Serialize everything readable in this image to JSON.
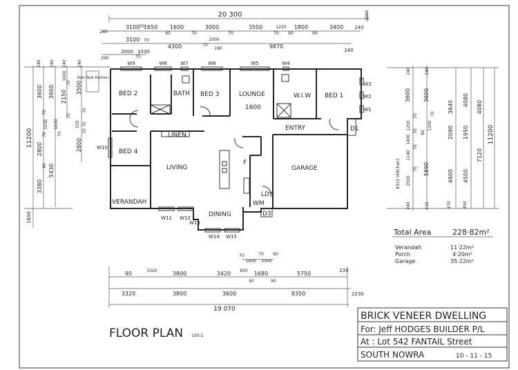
{
  "rooms": {
    "bed2": "BED 2",
    "bath": "BATH",
    "bed3": "BED 3",
    "lounge": "LOUNGE",
    "lounge_dim": "1600",
    "wiw": "W.I.W",
    "bed1": "BED 1",
    "entry": "ENTRY",
    "linen": "LINEN",
    "bed4": "BED 4",
    "living": "LIVING",
    "fridge": "F",
    "garage": "GARAGE",
    "verandah": "VERANDAH",
    "laundry": "LDY",
    "wm": "WM",
    "dining": "DINING",
    "d1": "D1",
    "d3": "D3",
    "rain_tank": "Rain Tank Position"
  },
  "windows": [
    "W9",
    "W8",
    "W7",
    "W6",
    "W5",
    "W4",
    "W3",
    "W2",
    "W1",
    "W10",
    "W11",
    "W12",
    "W13",
    "W14",
    "W15"
  ],
  "dimensions": {
    "top": [
      "20 300",
      "1000",
      "240",
      "3100",
      "70",
      "1650",
      "90",
      "1600",
      "70",
      "3000",
      "70",
      "3500",
      "70",
      "1220",
      "90",
      "1800",
      "90",
      "3400",
      "240",
      "3100",
      "70",
      "4300",
      "70",
      "1000",
      "180",
      "9870",
      "240",
      "290",
      "2000",
      "70",
      "1030"
    ],
    "bottom": [
      "70",
      "1400",
      "70",
      "1000",
      "90",
      "3320",
      "90",
      "3800",
      "3420",
      "600",
      "1680",
      "90",
      "90",
      "5750",
      "230",
      "3320",
      "3800",
      "3600",
      "8350",
      "2230",
      "19 070"
    ],
    "left": [
      "11200",
      "1600",
      "240",
      "3600",
      "70",
      "1030",
      "70",
      "2800",
      "90",
      "3380",
      "240",
      "3600",
      "1030",
      "70",
      "5430",
      "240",
      "1000",
      "70",
      "2150",
      "70",
      "240",
      "3500",
      "70",
      "550",
      "70",
      "70",
      "2800"
    ],
    "right": [
      "240",
      "3600",
      "70",
      "1200",
      "70",
      "1400",
      "70",
      "1140",
      "70",
      "2500",
      "240",
      "4310 (Kitchen)",
      "240",
      "3600",
      "1200",
      "90",
      "70",
      "5890",
      "110",
      "3640",
      "2090",
      "4600",
      "470",
      "4080",
      "1950",
      "4500",
      "450",
      "4080",
      "7120",
      "11200"
    ]
  },
  "areas": {
    "total_label": "Total Area",
    "total_value": "228·82m²",
    "items": [
      {
        "label": "Verandah",
        "value": "11·22m²"
      },
      {
        "label": "Porch",
        "value": "4·20m²"
      },
      {
        "label": "Garage",
        "value": "35·22m²"
      }
    ]
  },
  "title_block": {
    "line1": "BRICK VENEER DWELLING",
    "line2": "For: Jeff HODGES BUILDER P/L",
    "line3": "At : Lot 542 FANTAIL Street",
    "line4_place": "SOUTH NOWRA",
    "line4_date": "10 - 11 - 15"
  },
  "drawing_title": "FLOOR PLAN",
  "scale": "100:1"
}
